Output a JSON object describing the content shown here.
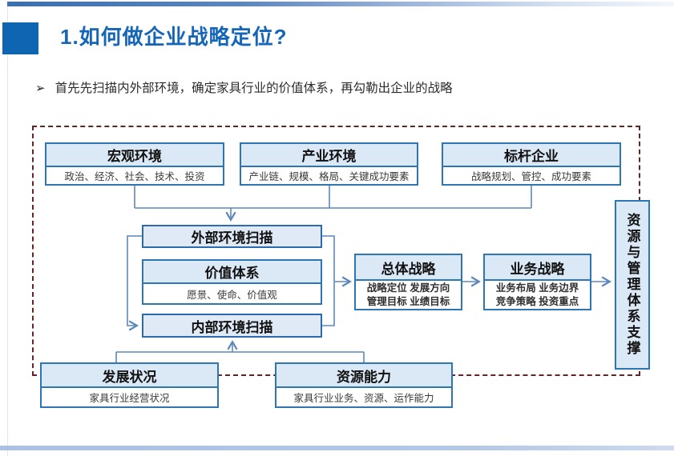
{
  "slide": {
    "title": "1.如何做企业战略定位?",
    "bullet_marker": "➢",
    "bullet": "首先先扫描内外部环境，确定家具行业的价值体系，再勾勒出企业的战略"
  },
  "colors": {
    "accent_blue": "#2e75b6",
    "header_fill": "#dbe8f5",
    "title_blue": "#1566b8",
    "dashed_frame_red": "#632423",
    "connector_blue": "#5d88bb",
    "top_bar_blue": "#3b6fae",
    "bottom_bar_blue": "#aac1e4"
  },
  "diagram": {
    "top_boxes": [
      {
        "title": "宏观环境",
        "detail": "政治、经济、社会、技术、投资"
      },
      {
        "title": "产业环境",
        "detail": "产业链、规模、格局、关键成功要素"
      },
      {
        "title": "标杆企业",
        "detail": "战略规划、管控、成功要素"
      }
    ],
    "external_scan": "外部环境扫描",
    "value_system": {
      "title": "价值体系",
      "detail": "愿景、使命、价值观"
    },
    "internal_scan": "内部环境扫描",
    "overall_strategy": {
      "title": "总体战略",
      "detail1": "战略定位 发展方向",
      "detail2": "管理目标 业绩目标"
    },
    "business_strategy": {
      "title": "业务战略",
      "detail1": "业务布局 业务边界",
      "detail2": "竞争策略 投资重点"
    },
    "support": "资源与管理体系支撑",
    "bottom_boxes": [
      {
        "title": "发展状况",
        "detail": "家具行业经营状况"
      },
      {
        "title": "资源能力",
        "detail": "家具行业业务、资源、运作能力"
      }
    ]
  }
}
